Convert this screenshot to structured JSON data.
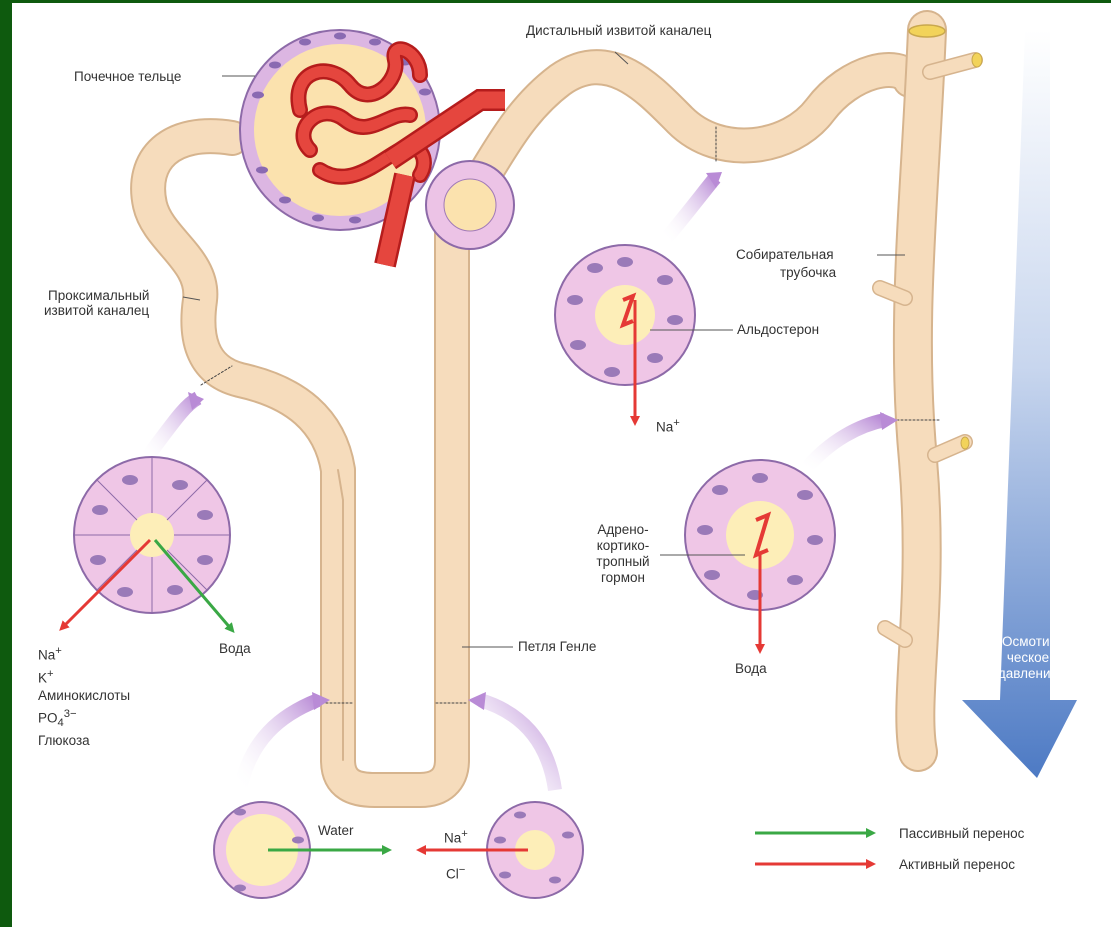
{
  "labels": {
    "renal_corpuscle": "Почечное тельце",
    "distal_tubule": "Дистальный извитой каналец",
    "proximal_tubule_line1": "Проксимальный",
    "proximal_tubule_line2": "извитой каналец",
    "collecting_duct_line1": "Собирательная",
    "collecting_duct_line2": "трубочка",
    "aldosterone": "Альдостерон",
    "adh_line1": "Адрено-",
    "adh_line2": "кортико-",
    "adh_line3": "тропный",
    "adh_line4": "гормон",
    "loop_of_henle": "Петля Генле",
    "osmotic_line1": "Осмоти-",
    "osmotic_line2": "ческое",
    "osmotic_line3": "давление"
  },
  "proximal_outputs": {
    "na": "Na",
    "k": "K",
    "amino_acids": "Аминокислоты",
    "po4": "PO",
    "po4_sub": "4",
    "po4_sup": "3−",
    "glucose": "Глюкоза",
    "water": "Вода"
  },
  "distal_output": {
    "na": "Na",
    "sup": "+"
  },
  "collecting_output": {
    "water": "Вода"
  },
  "loop_transport": {
    "water": "Water",
    "na": "Na",
    "na_sup": "+",
    "cl": "Cl",
    "cl_sup": "−"
  },
  "legend": {
    "passive": "Пассивный перенос",
    "active": "Активный перенос"
  },
  "colors": {
    "tubule": "#f5dcc0",
    "tubule_edge": "#d7b894",
    "cell": "#efc6e6",
    "nucleus": "#9a7ab8",
    "lumen": "#fdeeb8",
    "active": "#e53935",
    "passive": "#3aa845",
    "pressure_top": "#eaf0fa",
    "pressure_bottom": "#4d7ac4",
    "frame": "#0e5a0e"
  }
}
